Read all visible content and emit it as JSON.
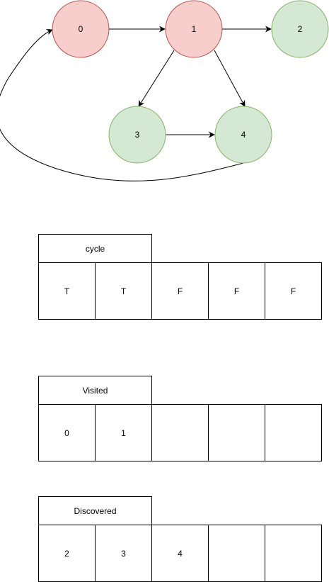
{
  "graph": {
    "node_colors": {
      "red_fill": "#f8cecc",
      "red_stroke": "#b85450",
      "green_fill": "#d5e8d4",
      "green_stroke": "#82b366"
    },
    "nodes": [
      {
        "id": "0",
        "label": "0",
        "color": "red"
      },
      {
        "id": "1",
        "label": "1",
        "color": "red"
      },
      {
        "id": "2",
        "label": "2",
        "color": "green"
      },
      {
        "id": "3",
        "label": "3",
        "color": "green"
      },
      {
        "id": "4",
        "label": "4",
        "color": "green"
      }
    ],
    "edges": [
      {
        "from": "0",
        "to": "1"
      },
      {
        "from": "1",
        "to": "2"
      },
      {
        "from": "1",
        "to": "3"
      },
      {
        "from": "1",
        "to": "4"
      },
      {
        "from": "3",
        "to": "4"
      },
      {
        "from": "4",
        "to": "0"
      }
    ]
  },
  "tables": {
    "cycle": {
      "header": "cycle",
      "cells": [
        "T",
        "T",
        "F",
        "F",
        "F"
      ]
    },
    "visited": {
      "header": "Visited",
      "cells": [
        "0",
        "1",
        "",
        "",
        ""
      ]
    },
    "discovered": {
      "header": "Discovered",
      "cells": [
        "2",
        "3",
        "4",
        "",
        ""
      ]
    }
  }
}
